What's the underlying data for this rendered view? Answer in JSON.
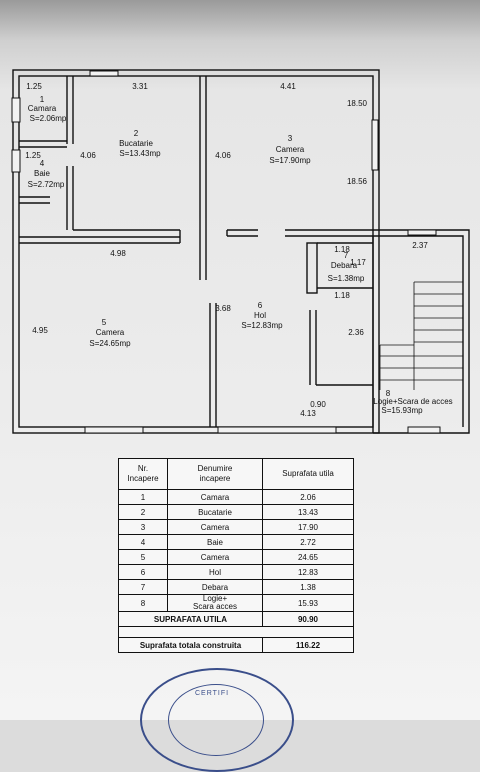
{
  "plan": {
    "rooms": [
      {
        "num": "1",
        "name": "Camara",
        "area": "S=2.06mp"
      },
      {
        "num": "2",
        "name": "Bucatarie",
        "area": "S=13.43mp"
      },
      {
        "num": "3",
        "name": "Camera",
        "area": "S=17.90mp"
      },
      {
        "num": "4",
        "name": "Baie",
        "area": "S=2.72mp"
      },
      {
        "num": "5",
        "name": "Camera",
        "area": "S=24.65mp"
      },
      {
        "num": "6",
        "name": "Hol",
        "area": "S=12.83mp"
      },
      {
        "num": "7",
        "name": "Debara",
        "area": "S=1.38mp"
      },
      {
        "num": "8",
        "name": "Logie+Scara de acces",
        "area": "S=15.93mp"
      }
    ],
    "dimensions": {
      "d_1_25_top": "1.25",
      "d_3_31": "3.31",
      "d_4_41": "4.41",
      "d_18_50": "18.50",
      "d_1_25_mid": "1.25",
      "d_4_06_left": "4.06",
      "d_4_06_right": "4.06",
      "d_18_56": "18.56",
      "d_4_98": "4.98",
      "d_1_18_top": "1.18",
      "d_1_17": "1.17",
      "d_1_18_bot": "1.18",
      "d_2_37": "2.37",
      "d_4_95": "4.95",
      "d_3_68": "3.68",
      "d_2_36": "2.36",
      "d_0_90": "0.90",
      "d_4_13": "4.13"
    }
  },
  "table": {
    "headers": [
      "Nr.\nIncapere",
      "Denumire\nincapere",
      "Suprafata utila"
    ],
    "rows": [
      [
        "1",
        "Camara",
        "2.06"
      ],
      [
        "2",
        "Bucatarie",
        "13.43"
      ],
      [
        "3",
        "Camera",
        "17.90"
      ],
      [
        "4",
        "Baie",
        "2.72"
      ],
      [
        "5",
        "Camera",
        "24.65"
      ],
      [
        "6",
        "Hol",
        "12.83"
      ],
      [
        "7",
        "Debara",
        "1.38"
      ],
      [
        "8",
        "Logie+\nScara acces",
        "15.93"
      ]
    ],
    "useful_label": "SUPRAFATA UTILA",
    "useful_value": "90.90",
    "built_label": "Suprafata totala construita",
    "built_value": "116.22"
  },
  "stamp": {
    "text": "CERTIFI"
  }
}
